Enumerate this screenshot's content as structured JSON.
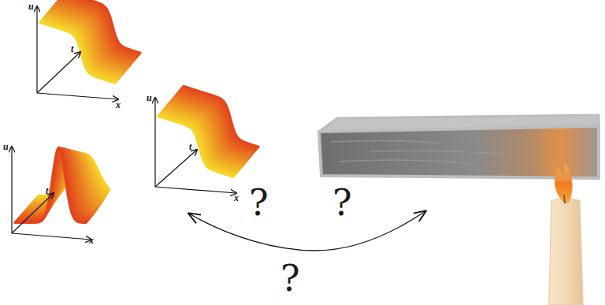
{
  "diagram": {
    "labels": [
      "u",
      "t",
      "x",
      "u",
      "t",
      "x",
      "u",
      "t",
      "x",
      "?",
      "?",
      "?"
    ]
  }
}
